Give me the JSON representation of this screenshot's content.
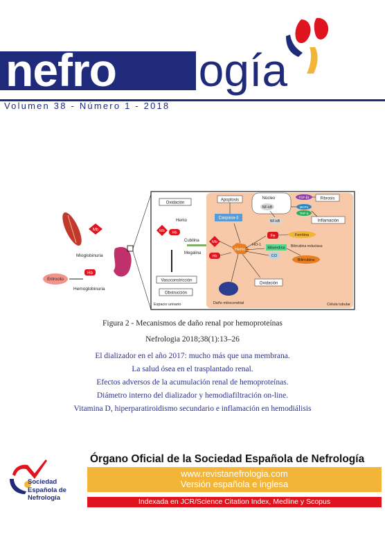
{
  "masthead": {
    "title_part1": "nefro",
    "title_part2": "logía",
    "volume_line": "Volumen 38 - Número 1 - 2018"
  },
  "figure": {
    "labels": {
      "oxidacion_top": "Oxidación",
      "hemo": "Hemo",
      "mb": "Mb",
      "hb": "Hb",
      "cubilina": "Cubilina",
      "megalina": "Megalina",
      "vasoconstriccion": "Vasoconstricción",
      "obstruccion": "Obstrucción",
      "espacio_urinario": "Espacio urinario",
      "apoptosis": "Apoptosis",
      "caspasa": "Caspasa-3",
      "nucleo": "Núcleo",
      "nfkb": "NF-kB",
      "tgf": "TGF-β1",
      "mcp": "MCP1",
      "tnf": "TNF-α",
      "fibrosis": "Fibrosis",
      "inflamacion": "Inflamación",
      "ho1": "HO-1",
      "fe": "Fe",
      "ferritina": "Ferritina",
      "biliverdina": "Biliverdina",
      "bili_reductasa": "Bilirrubina reductasa",
      "bilirrubina": "Bilirrubina",
      "co": "CO",
      "oxidacion_bottom": "Oxidación",
      "dano_mito": "Daño mitocondrial",
      "celula_tubular": "Célula tubular",
      "mioglobinuria": "Mioglobinuria",
      "eritrocito": "Eritrocito",
      "hemoglobinuria": "Hemoglobinuria"
    },
    "caption": "Figura 2 - Mecanismos de daño renal por hemoproteínas",
    "citation": "Nefrologia 2018;38(1):13–26"
  },
  "contents": [
    "El dializador en el año 2017: mucho más que una membrana.",
    "La salud ósea en el trasplantado renal.",
    "Efectos adversos de la acumulación renal de hemoproteínas.",
    "Diámetro interno del dializador y hemodiafiltración on-line.",
    "Vitamina D, hiperparatiroidismo secundario e inflamación en hemodiálisis"
  ],
  "footer": {
    "organo": "Órgano Oficial de la Sociedad Española de Nefrología",
    "web": "www.revistanefrologia.com",
    "edicion": "Versión española e inglesa",
    "indexada": "Indexada en JCR/Science Citation Index, Medline y Scopus",
    "society": {
      "line1": "Sociedad",
      "line2": "Española de",
      "line3": "Nefrología"
    }
  },
  "colors": {
    "brand_blue": "#1f2a7a",
    "red": "#e0141f",
    "gold": "#f3b537",
    "link_blue": "#2b2f8f"
  }
}
